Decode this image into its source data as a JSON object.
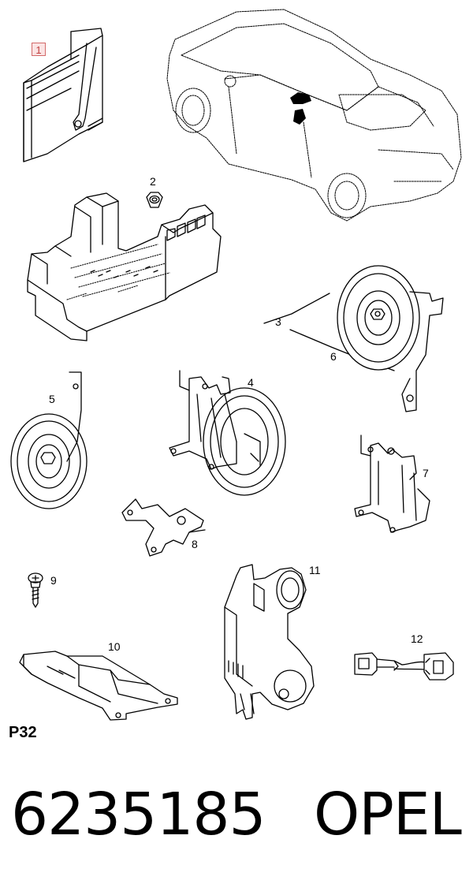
{
  "callouts": {
    "c1": "1",
    "c2": "2",
    "c3": "3",
    "c4": "4",
    "c5": "5",
    "c6": "6",
    "c7": "7",
    "c8": "8",
    "c9": "9",
    "c10": "10",
    "c11": "11",
    "c12": "12"
  },
  "diagram_code": "P32",
  "part_number": "6235185",
  "brand": "OPEL",
  "colors": {
    "line": "#000000",
    "highlight_border": "#d36a6a",
    "highlight_fill": "#fbe3e3"
  }
}
